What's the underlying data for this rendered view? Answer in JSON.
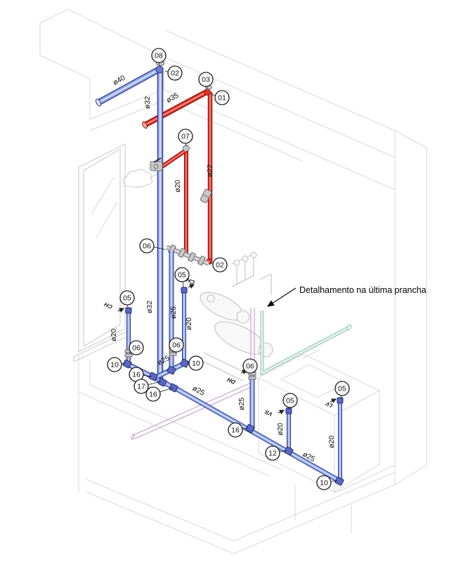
{
  "drawing": {
    "type": "isometric-plumbing-installation",
    "annotation": "Detalhamento na última prancha",
    "callouts": [
      "08",
      "02",
      "03",
      "01",
      "07",
      "06",
      "02",
      "05",
      "05",
      "06",
      "06",
      "10",
      "10",
      "16",
      "17",
      "16",
      "06",
      "05",
      "16",
      "12",
      "05",
      "10"
    ],
    "diameter_labels": [
      "ø40",
      "ø32",
      "ø35",
      "ø22",
      "ø20",
      "ø32",
      "ø25",
      "ø20",
      "ø20",
      "ø25",
      "ø25",
      "ø25",
      "ø20",
      "ø20",
      "ø25"
    ],
    "fixture_labels": [
      "CH",
      "CH",
      "DH",
      "VS",
      "LV"
    ],
    "colors": {
      "cold_water_pipe": "#8fa5e8",
      "hot_water_pipe": "#e53125",
      "vent_pipe": "#e2f2ec",
      "auxiliary_pipe": "#c79cc7",
      "architecture": "#d8d8d8",
      "callout_stroke": "#1a1a1a"
    }
  }
}
